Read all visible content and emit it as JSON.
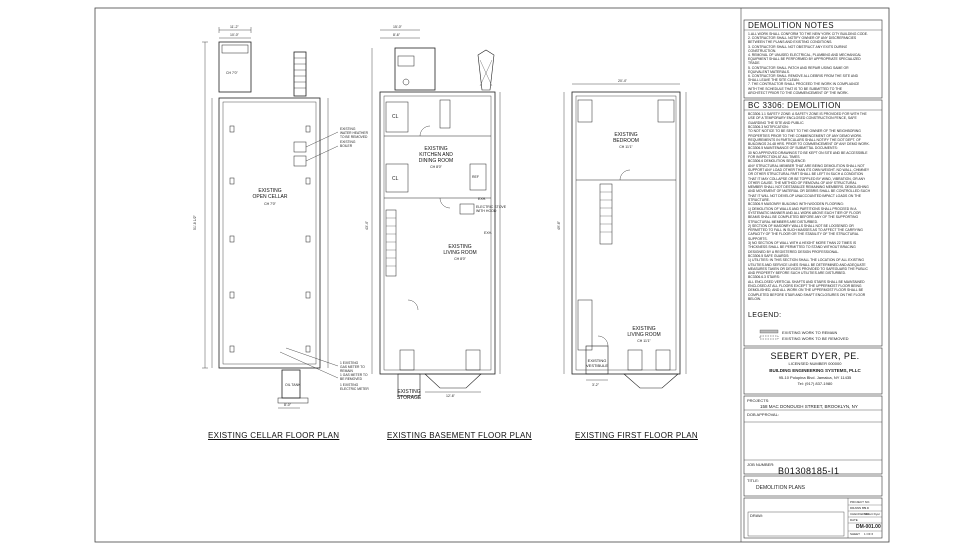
{
  "plans": {
    "cellar": {
      "title": "EXISTING CELLAR FLOOR PLAN",
      "room": "EXISTING",
      "room2": "OPEN CELLAR",
      "ch": "CH 7'0\"",
      "dim_top": "11'-2\"",
      "dim_top2": "10'-0\"",
      "dim_side": "51'-8 1/2\"",
      "dim_bot": "8'-0\"",
      "note_water1": "EXISTING",
      "note_water2": "WATER HEATHER",
      "note_water3": "TO BE REMOVED",
      "note_boiler1": "EXISTING",
      "note_boiler2": "BOILER",
      "note_gas1": "1 EXISTING",
      "note_gas2": "GAS METER TO",
      "note_gas3": "REMAIN",
      "note_gas4": "1 GAS METER TO",
      "note_gas5": "BE REMOVED",
      "note_elec1": "1 EXISTING",
      "note_elec2": "ELECTRIC METER",
      "oil_tank": "OIL TANK"
    },
    "basement": {
      "title": "EXISTING BASEMENT FLOOR PLAN",
      "kitchen1": "EXISTING",
      "kitchen2": "KITCHEN AND",
      "kitchen3": "DINING ROOM",
      "kitchen_ch": "CH 8'0\"",
      "living1": "EXISTING",
      "living2": "LIVING ROOM",
      "living_ch": "CH 8'0\"",
      "storage1": "EXISTING",
      "storage2": "STORAGE",
      "cl": "CL",
      "ref": "REF",
      "exh1": "EXH.",
      "exh2": "EXH.",
      "stove1": "ELECTRIC STOVE",
      "stove2": "WITH HOOD",
      "dim_top": "15'-0\"",
      "dim_top2": "8'-6\"",
      "dim_side": "43'-4\"",
      "dim_bot": "12'-6\""
    },
    "first": {
      "title": "EXISTING FIRST FLOOR PLAN",
      "bed1": "EXISTING",
      "bed2": "BEDROOM",
      "bed_ch": "CH 11'1\"",
      "living1": "EXISTING",
      "living2": "LIVING ROOM",
      "living_ch": "CH 11'1\"",
      "vest1": "EXISTING",
      "vest2": "VESTIBULE",
      "dim_top": "20'-4\"",
      "dim_side": "49'-6\"",
      "dim_bot": "3'-2\""
    }
  },
  "titleblock": {
    "demo_head": "DEMOLITION NOTES",
    "demo_notes": [
      "1.ALL WORK SHALL CONFORM TO THE NEW YORK CITY BUILDING CODE.",
      "2. CONTRACTOR SHALL NOTIFY OWNER OF ANY DISCREPANCIES",
      "   BETWEEN THE PLANS AND EXISTING CONDITIONS.",
      "3. CONTRACTOR SHALL NOT OBSTRUCT ANY EXITS DURING",
      "   CONSTRUCTION.",
      "4. REMOVAL OF UNUSED ELECTRICAL, PLUMBING AND MECHANICAL",
      "   EQUIPMENT SHALL BE PERFORMED BY APPROPRIATE SPECIALIZED",
      "   TRADE.",
      "5. CONTRACTOR SHALL PATCH AND REPAIR USING SAME OR",
      "   EQUIVALENT MATERIALS.",
      "6. CONTRACTOR SHALL REMOVE ALL DEBRIS FROM THE SITE AND",
      "   SHALL LEAVE THE SITE CLEAN.",
      "7. THE CONTRACTOR SHALL PROCEED THE WORK IN COMPLIANCE",
      "   WITH THE SCHEDULE THAT IS TO BE SUBMITTED TO THE",
      "   ARCHITECT PRIOR TO THE COMMENCEMENT OF THE WORK."
    ],
    "bc_head": "BC 3306: DEMOLITION",
    "bc_notes": [
      "BC3306.1.1 SAFETY ZONE: A SAFETY ZONE IS PROVIDED FOR WITH THE",
      "USE OF A TEMPORARY ENCLOSED CONSTRUCTION FENCE, SAFE",
      "GUARDING THE SITE AND PUBLIC.",
      "BC3306.3 NOTIFICATION:",
      "TO NOT NOTICE TO BE SENT TO THE OWNER OF THE NEIGHBORING",
      "PROPERTIES PRIOR TO THE COMMENCEMENT OF ANY DEMO WORK.",
      "REQUIREMENTS IN PARTICULARS SHALL NOTIFY THE DOT DEPT. OF",
      "BUILDINGS 24-48 HRS. PRIOR TO COMMENCEMENT OF ANY DEMO WORK.",
      "BC3306.5 MAINTENANCE OF SUBMITTAL DOCUMENTS:",
      "30 NO APPROVED DRAWINGS TO BE KEPT ON SITE AND BE ACCESSIBLE",
      "FOR INSPECTION AT ALL TIMES.",
      "BC3306.6 DEMOLITION SEQUENCE:",
      "ANY STRUCTURAL MEMBER THAT ARE BEING DEMOLITION SHALL NOT",
      "SUPPORT ANY LOAD OTHER THAN ITS OWN WEIGHT. NO WALL, CHIMNEY",
      "OR OTHER STRUCTURAL PART SHALL BE LEFT IN SUCH A CONDITION",
      "THAT IT MAY COLLAPSE OR BE TOPPLED BY WIND, VIBRATION, OR ANY",
      "OTHER CAUSE. THE METHOD OF REMOVAL OF ANY STRUCTURAL",
      "MEMBER SHALL NOT DESTABILIZE REMAINING MEMBERS. DEMOLISHING",
      "AND MOVEMENT OF MATERIAL OR DEBRIS SHALL BE CONTROLLED SUCH",
      "THAT IT WILL NOT DEVELOP UNACCOUNTED IMPACT LOADS ON THE",
      "STRUCTURE.",
      "BC3306.9 MASONRY BUILDING WITH WOODEN FLOORING:",
      "1) DEMOLITION OF WALLS AND PARTITIONS SHALL PROCEED IN A",
      "SYSTEMATIC MANNER AND ALL WORK ABOVE EACH TIER OF FLOOR",
      "BEAMS SHALL BE COMPLETED BEFORE ANY OF THE SUPPORTING",
      "STRUCTURAL MEMBERS ARE DISTURBED.",
      "2) SECTION OF MASONRY WALLS SHALL NOT BE LOOSENED OR",
      "PERMITTED TO FALL IN SUCH MASSES AS TO AFFECT THE CARRYING",
      "CAPACITY OF THE FLOOR OR THE STABILITY OF THE STRUCTURAL",
      "SUPPORTS.",
      "3) NO SECTION OF WALL WITH A HEIGHT MORE THAN 22 TIMES IS",
      "THICKNESS SHALL BE PERMITTED TO STAND WITHOUT BRACING",
      "DESIGNED BY A REGISTERED DESIGN PROFESSIONAL.",
      "BC3306.5 SAFE GUARDS:",
      "1) UTILITIES: IN THIS SECTION SHALL THE LOCATION OF ALL EXISTING",
      "UTILITIES AND SERVICE LINES SHALL BE DETERMINED AND ADEQUATE",
      "MEASURES TAKEN OR DEVICES PROVIDED TO SAFEGUARD THE PUBLIC",
      "AND PROPERTY BEFORE SUCH UTILITIES ARE DISTURBED.",
      "BC3306.6.3 STAIRS:",
      "ALL ENCLOSED VERTICAL SHAFTS AND STAIRS SHALL BE MAINTAINED",
      "ENCLOSED AT ALL FLOORS EXCEPT THE UPPERMOST FLOOR BEING",
      "DEMOLISHED, AND ALL WORK ON THE UPPERMOST FLOOR SHALL BE",
      "COMPLETED BEFORE STAIR AND SHAFT ENCLOSURES ON THE FLOOR",
      "BELOW."
    ],
    "legend_head": "LEGEND:",
    "legend_remain": "EXISTING WORK TO REMAIN",
    "legend_removed": "EXISTING WORK TO BE REMOVED",
    "firm_name": "SEBERT DYER, PE.",
    "firm_sub": "LICENSED NUMBER 000000",
    "firm_line": "BUILDING ENGINEERING SYSTEMS, PLLC",
    "firm_addr": "95-10 Polopina Blvd. Jamaica, NY 11435",
    "firm_tel": "Tel: (917) 837-1980",
    "project_label": "PROJECTS:",
    "project": "158 MAC DONOUGH STREET, BROOKLYN, NY",
    "dob_label": "DOB APPROVAL:",
    "job_label": "JOB NUMBER:",
    "job_number": "B01308185-I1",
    "title_label": "TITLE:",
    "sheet_title": "DEMOLITION PLANS",
    "drawing_label": "DRAW:",
    "project_no_label": "PROJECT NO.",
    "drawn_label": "DRAWN BY",
    "drawn_value": "S.D",
    "checked_label": "CHECKED BY",
    "checked_value": "Sebert Dyer",
    "date_label": "DATE",
    "dwg_no": "DM-001.00",
    "sheet_label": "SHEET",
    "sheet_of": "1 OF 6"
  },
  "colors": {
    "line": "#222222",
    "accent": "#3a3a3a"
  }
}
